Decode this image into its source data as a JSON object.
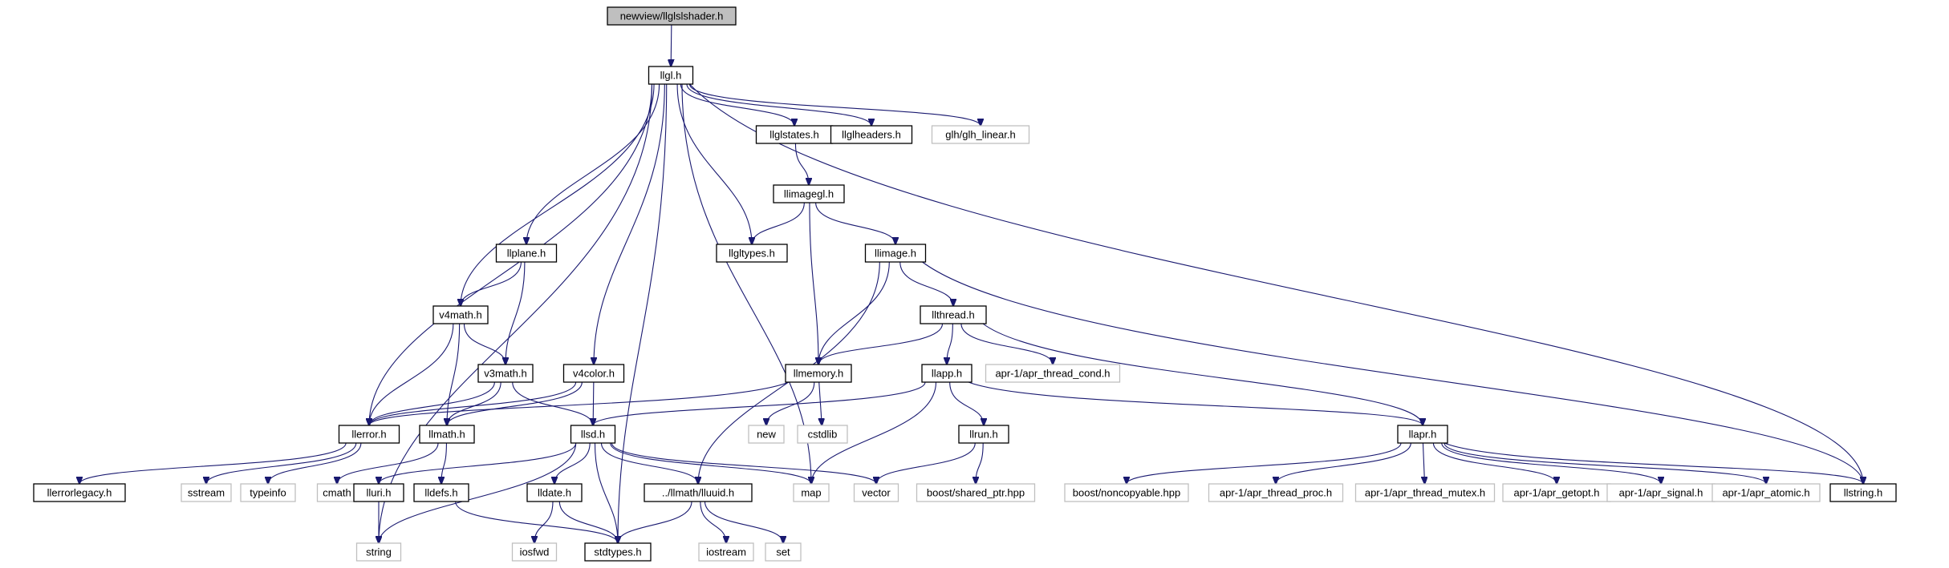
{
  "graph": {
    "title": "",
    "root": "newview/llglslshader.h",
    "nodes": [
      {
        "id": "root",
        "label": "newview/llglslshader.h",
        "kind": "root"
      },
      {
        "id": "llgl",
        "label": "llgl.h",
        "kind": "file"
      },
      {
        "id": "llglstates",
        "label": "llglstates.h",
        "kind": "file"
      },
      {
        "id": "llglheaders",
        "label": "llglheaders.h",
        "kind": "file"
      },
      {
        "id": "glh",
        "label": "glh/glh_linear.h",
        "kind": "external"
      },
      {
        "id": "llimagegl",
        "label": "llimagegl.h",
        "kind": "file"
      },
      {
        "id": "llgltypes",
        "label": "llgltypes.h",
        "kind": "file"
      },
      {
        "id": "llimage",
        "label": "llimage.h",
        "kind": "file"
      },
      {
        "id": "llplane",
        "label": "llplane.h",
        "kind": "file"
      },
      {
        "id": "v4math",
        "label": "v4math.h",
        "kind": "file"
      },
      {
        "id": "llthread",
        "label": "llthread.h",
        "kind": "file"
      },
      {
        "id": "v3math",
        "label": "v3math.h",
        "kind": "file"
      },
      {
        "id": "v4color",
        "label": "v4color.h",
        "kind": "file"
      },
      {
        "id": "llmemory",
        "label": "llmemory.h",
        "kind": "file"
      },
      {
        "id": "llapp",
        "label": "llapp.h",
        "kind": "file"
      },
      {
        "id": "aprcond",
        "label": "apr-1/apr_thread_cond.h",
        "kind": "external"
      },
      {
        "id": "llerror",
        "label": "llerror.h",
        "kind": "file"
      },
      {
        "id": "llmath",
        "label": "llmath.h",
        "kind": "file"
      },
      {
        "id": "llsd",
        "label": "llsd.h",
        "kind": "file"
      },
      {
        "id": "new",
        "label": "new",
        "kind": "external"
      },
      {
        "id": "cstdlib",
        "label": "cstdlib",
        "kind": "external"
      },
      {
        "id": "llrun",
        "label": "llrun.h",
        "kind": "file"
      },
      {
        "id": "llapr",
        "label": "llapr.h",
        "kind": "file"
      },
      {
        "id": "llerrorlegacy",
        "label": "llerrorlegacy.h",
        "kind": "file"
      },
      {
        "id": "sstream",
        "label": "sstream",
        "kind": "external"
      },
      {
        "id": "typeinfo",
        "label": "typeinfo",
        "kind": "external"
      },
      {
        "id": "cmath",
        "label": "cmath",
        "kind": "external"
      },
      {
        "id": "lluri",
        "label": "lluri.h",
        "kind": "file"
      },
      {
        "id": "lldefs",
        "label": "lldefs.h",
        "kind": "file"
      },
      {
        "id": "lldate",
        "label": "lldate.h",
        "kind": "file"
      },
      {
        "id": "lluuid",
        "label": "../llmath/lluuid.h",
        "kind": "file"
      },
      {
        "id": "map",
        "label": "map",
        "kind": "external"
      },
      {
        "id": "vector",
        "label": "vector",
        "kind": "external"
      },
      {
        "id": "sharedptr",
        "label": "boost/shared_ptr.hpp",
        "kind": "external"
      },
      {
        "id": "noncopyable",
        "label": "boost/noncopyable.hpp",
        "kind": "external"
      },
      {
        "id": "aprproc",
        "label": "apr-1/apr_thread_proc.h",
        "kind": "external"
      },
      {
        "id": "aprmutex",
        "label": "apr-1/apr_thread_mutex.h",
        "kind": "external"
      },
      {
        "id": "aprgetopt",
        "label": "apr-1/apr_getopt.h",
        "kind": "external"
      },
      {
        "id": "aprsignal",
        "label": "apr-1/apr_signal.h",
        "kind": "external"
      },
      {
        "id": "apratomic",
        "label": "apr-1/apr_atomic.h",
        "kind": "external"
      },
      {
        "id": "llstring",
        "label": "llstring.h",
        "kind": "file"
      },
      {
        "id": "string",
        "label": "string",
        "kind": "external"
      },
      {
        "id": "iosfwd",
        "label": "iosfwd",
        "kind": "external"
      },
      {
        "id": "stdtypes",
        "label": "stdtypes.h",
        "kind": "file"
      },
      {
        "id": "iostream",
        "label": "iostream",
        "kind": "external"
      },
      {
        "id": "set",
        "label": "set",
        "kind": "external"
      }
    ],
    "edges": [
      [
        "root",
        "llgl"
      ],
      [
        "llgl",
        "llglstates"
      ],
      [
        "llgl",
        "llglheaders"
      ],
      [
        "llgl",
        "glh"
      ],
      [
        "llgl",
        "llgltypes"
      ],
      [
        "llgl",
        "llplane"
      ],
      [
        "llgl",
        "v4math"
      ],
      [
        "llgl",
        "v4color"
      ],
      [
        "llgl",
        "llerror"
      ],
      [
        "llgl",
        "stdtypes"
      ],
      [
        "llgl",
        "map"
      ],
      [
        "llgl",
        "string"
      ],
      [
        "llgl",
        "llstring"
      ],
      [
        "llglstates",
        "llimagegl"
      ],
      [
        "llimagegl",
        "llgltypes"
      ],
      [
        "llimagegl",
        "llimage"
      ],
      [
        "llimagegl",
        "llmemory"
      ],
      [
        "llimage",
        "llthread"
      ],
      [
        "llimage",
        "llmemory"
      ],
      [
        "llimage",
        "lluuid"
      ],
      [
        "llimage",
        "llstring"
      ],
      [
        "llplane",
        "v4math"
      ],
      [
        "llplane",
        "v3math"
      ],
      [
        "v4math",
        "v3math"
      ],
      [
        "v4math",
        "llerror"
      ],
      [
        "v4math",
        "llmath"
      ],
      [
        "llthread",
        "llapp"
      ],
      [
        "llthread",
        "llmemory"
      ],
      [
        "llthread",
        "aprcond"
      ],
      [
        "llthread",
        "llapr"
      ],
      [
        "v3math",
        "llerror"
      ],
      [
        "v3math",
        "llmath"
      ],
      [
        "v3math",
        "llsd"
      ],
      [
        "v4color",
        "llerror"
      ],
      [
        "v4color",
        "llmath"
      ],
      [
        "v4color",
        "llsd"
      ],
      [
        "llmemory",
        "llerror"
      ],
      [
        "llmemory",
        "new"
      ],
      [
        "llmemory",
        "cstdlib"
      ],
      [
        "llapp",
        "llsd"
      ],
      [
        "llapp",
        "llrun"
      ],
      [
        "llapp",
        "map"
      ],
      [
        "llapp",
        "llapr"
      ],
      [
        "llerror",
        "llerrorlegacy"
      ],
      [
        "llerror",
        "sstream"
      ],
      [
        "llerror",
        "typeinfo"
      ],
      [
        "llmath",
        "cmath"
      ],
      [
        "llmath",
        "lldefs"
      ],
      [
        "llsd",
        "lluri"
      ],
      [
        "llsd",
        "lldate"
      ],
      [
        "llsd",
        "lluuid"
      ],
      [
        "llsd",
        "map"
      ],
      [
        "llsd",
        "vector"
      ],
      [
        "llsd",
        "string"
      ],
      [
        "llsd",
        "stdtypes"
      ],
      [
        "llrun",
        "vector"
      ],
      [
        "llrun",
        "sharedptr"
      ],
      [
        "llapr",
        "noncopyable"
      ],
      [
        "llapr",
        "aprproc"
      ],
      [
        "llapr",
        "aprmutex"
      ],
      [
        "llapr",
        "aprgetopt"
      ],
      [
        "llapr",
        "aprsignal"
      ],
      [
        "llapr",
        "apratomic"
      ],
      [
        "llapr",
        "llstring"
      ],
      [
        "lluri",
        "string"
      ],
      [
        "lldefs",
        "stdtypes"
      ],
      [
        "lldate",
        "iosfwd"
      ],
      [
        "lldate",
        "stdtypes"
      ],
      [
        "lluuid",
        "iostream"
      ],
      [
        "lluuid",
        "set"
      ],
      [
        "lluuid",
        "stdtypes"
      ]
    ]
  }
}
